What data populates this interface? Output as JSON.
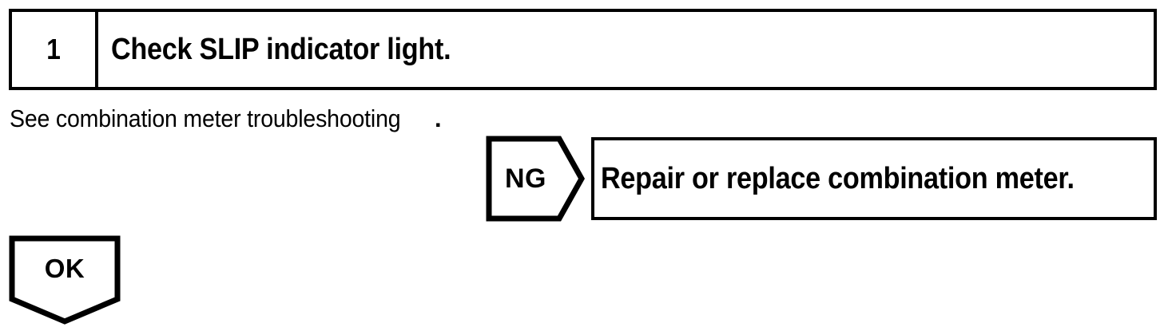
{
  "page": {
    "background_color": "#ffffff",
    "line_color": "#000000"
  },
  "step": {
    "number": "1",
    "title": "Check SLIP indicator light."
  },
  "note": {
    "text": "See combination meter troubleshooting",
    "period": "."
  },
  "branches": {
    "ng": {
      "label": "NG",
      "result": "Repair or replace combination meter."
    },
    "ok": {
      "label": "OK"
    }
  }
}
